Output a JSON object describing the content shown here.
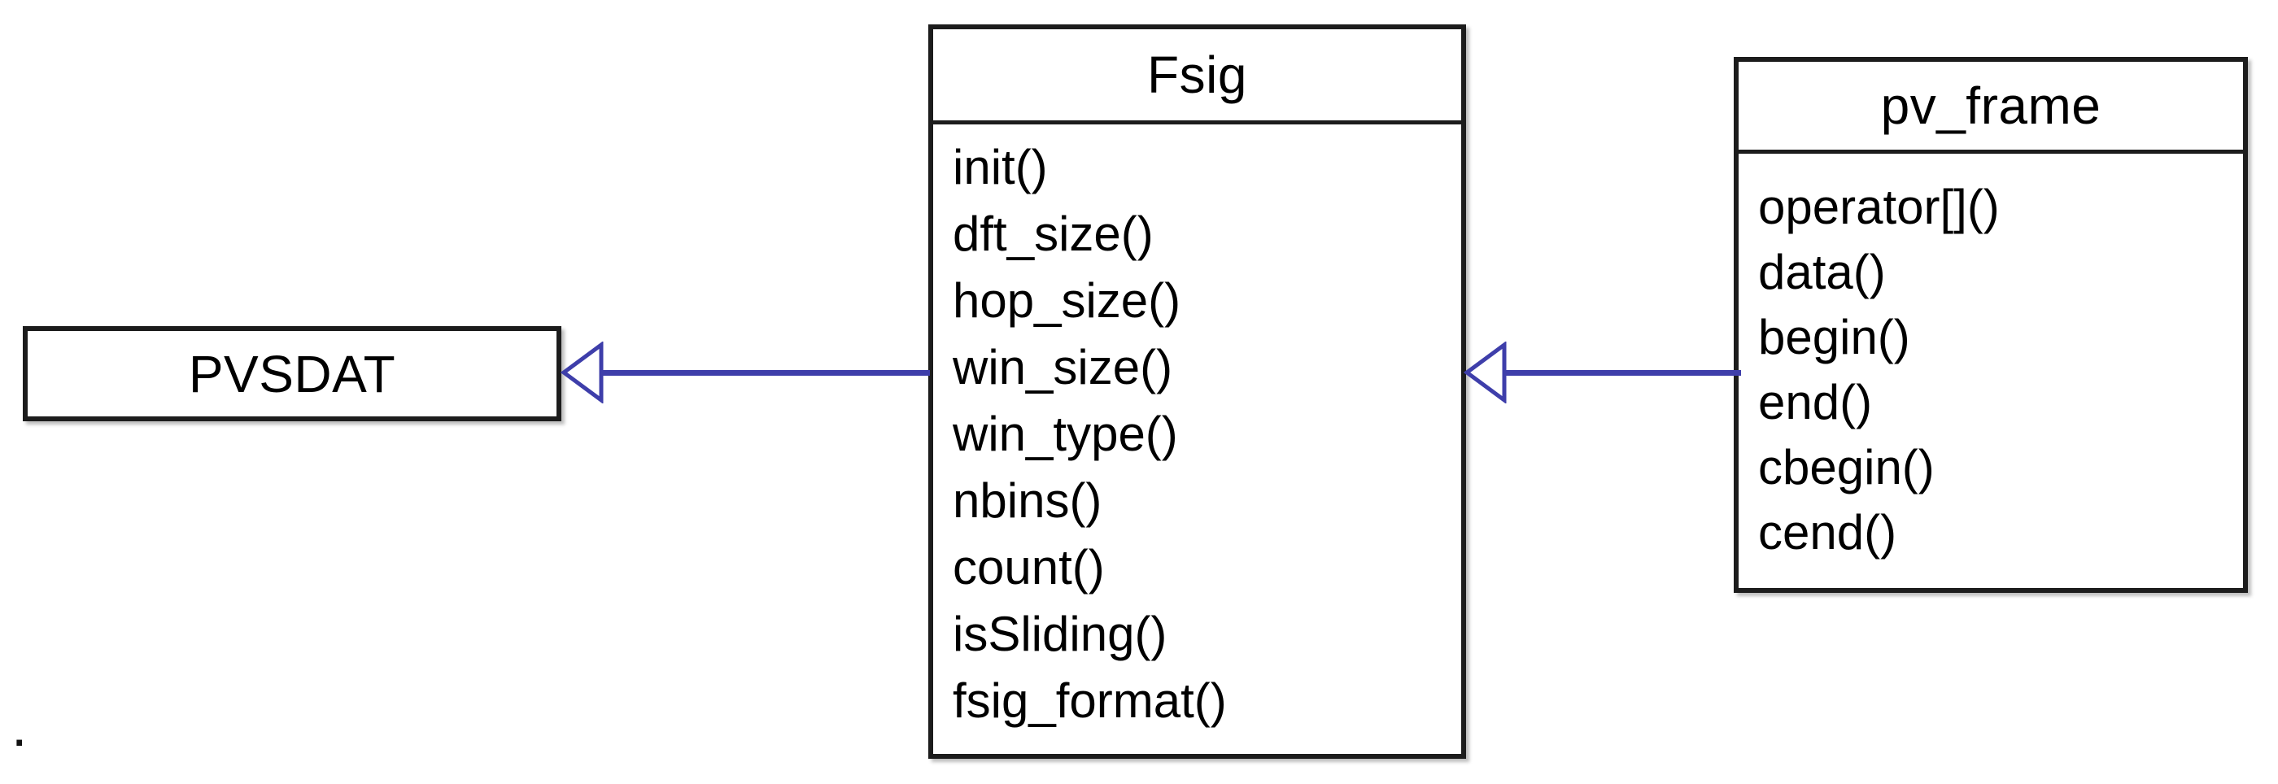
{
  "diagram": {
    "type": "uml-class-diagram",
    "classes": [
      {
        "name": "PVSDAT",
        "methods": []
      },
      {
        "name": "Fsig",
        "methods": [
          "init()",
          "dft_size()",
          "hop_size()",
          "win_size()",
          "win_type()",
          "nbins()",
          "count()",
          "isSliding()",
          "fsig_format()"
        ]
      },
      {
        "name": "pv_frame",
        "methods": [
          "operator[]()",
          "data()",
          "begin()",
          "end()",
          "cbegin()",
          "cend()"
        ]
      }
    ],
    "relations": [
      {
        "type": "inheritance",
        "from": "Fsig",
        "to": "PVSDAT"
      },
      {
        "type": "inheritance",
        "from": "pv_frame",
        "to": "Fsig"
      }
    ],
    "colors": {
      "connector": "#3e3eaa",
      "box_border": "#1c1c1c",
      "text": "#000000",
      "background": "#ffffff"
    },
    "stray_mark": "."
  }
}
